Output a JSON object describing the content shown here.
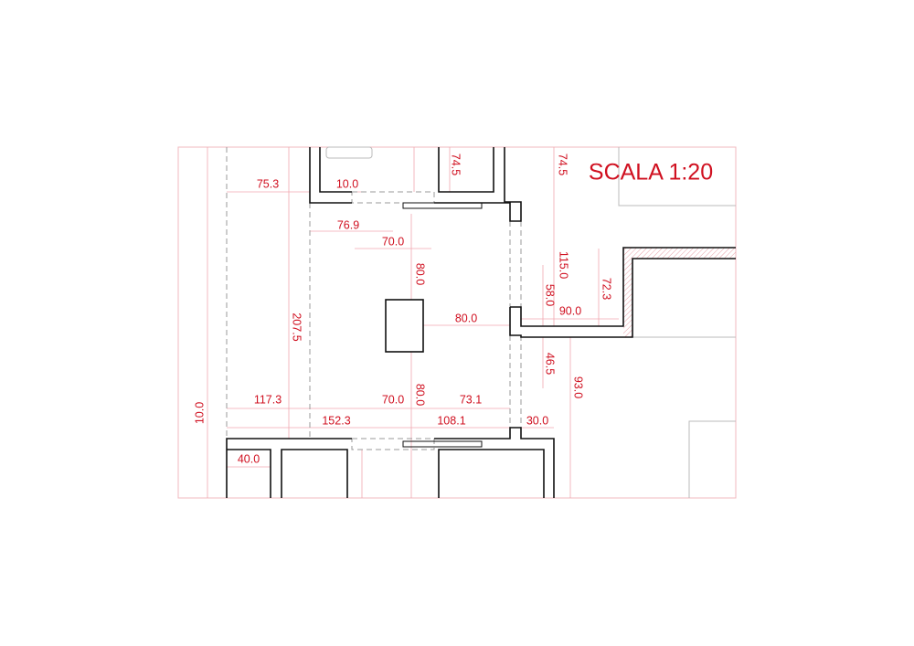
{
  "title": "SCALA 1:20",
  "dimensions": {
    "d_75_3": "75.3",
    "d_10_0_top": "10.0",
    "d_74_5_a": "74.5",
    "d_74_5_b": "74.5",
    "d_76_9": "76.9",
    "d_70_0_top": "70.0",
    "d_80_0_top": "80.0",
    "d_207_5": "207.5",
    "d_80_0_mid": "80.0",
    "d_115_0": "115.0",
    "d_58_0": "58.0",
    "d_72_3": "72.3",
    "d_90_0": "90.0",
    "d_46_5": "46.5",
    "d_93_0": "93.0",
    "d_117_3": "117.3",
    "d_70_0_bot": "70.0",
    "d_80_0_bot": "80.0",
    "d_73_1": "73.1",
    "d_152_3": "152.3",
    "d_108_1": "108.1",
    "d_30_0": "30.0",
    "d_10_0_left": "10.0",
    "d_40_0": "40.0"
  },
  "colors": {
    "annotation": "#d01020",
    "wall": "#111111",
    "guide": "#f0a8b0"
  }
}
